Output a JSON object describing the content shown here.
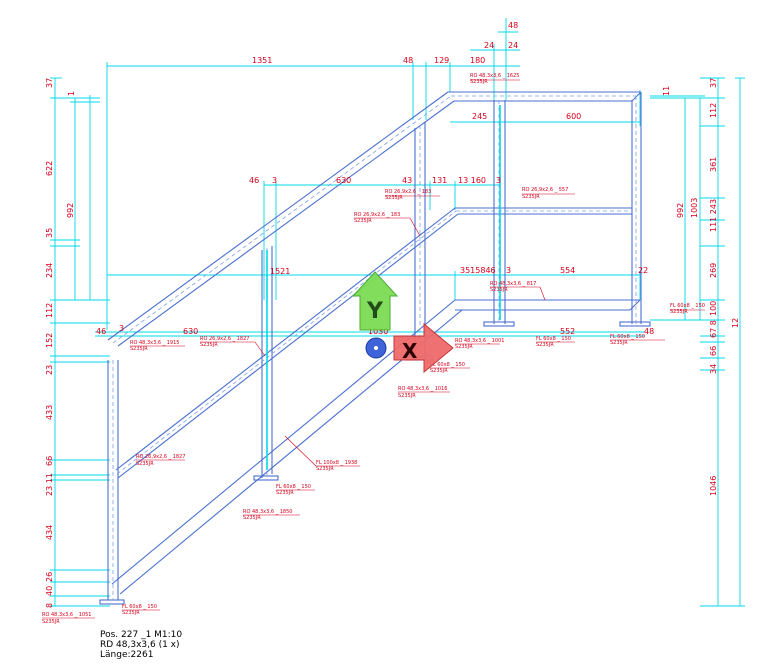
{
  "colors": {
    "dimension": "#00d8e8",
    "member": "#4a6fd0",
    "member_dash": "#7fa0e8",
    "text": "#d6001c",
    "axis_y": "#7ddc55",
    "axis_x": "#ef6a6a",
    "axis_z": "#3f63d8"
  },
  "axes": {
    "y": "Y",
    "x": "X"
  },
  "top_dims": [
    "1351",
    "48",
    "129",
    "180",
    "24",
    "24",
    "48"
  ],
  "mid_dims": [
    "46",
    "3",
    "630",
    "43",
    "131",
    "13 160",
    "3"
  ],
  "low_dims": [
    "1521",
    "3515846",
    "3",
    "554",
    "22"
  ],
  "base_dims": [
    "46",
    "3",
    "630",
    "1030",
    "552",
    "48"
  ],
  "upper_right_dims": [
    "245",
    "600"
  ],
  "left_dims": [
    "37",
    "1",
    "622",
    "992",
    "35",
    "234",
    "112",
    "152",
    "23",
    "433",
    "66",
    "23 11",
    "434",
    "26",
    "40",
    "8"
  ],
  "right_inner_dims": [
    "11",
    "992",
    "1003"
  ],
  "right_dims": [
    "37",
    "112",
    "361",
    "111 243",
    "269",
    "100",
    "67 8",
    "66",
    "34",
    "1046",
    "12"
  ],
  "labels": [
    "RO 48,3x3,6 _ 1625",
    "S235JR",
    "RO 26,9x2,6 _ 183",
    "S235JR",
    "RO 26,9x2,6 _ 557",
    "S235JR",
    "RO 26,9x2,6 _ 183",
    "S235JR",
    "RO 48,3x3,6 _ 817",
    "S235JR",
    "FL 60x8 _ 150",
    "S235JR",
    "RO 48,3x3,6 _ 1915",
    "S235JR",
    "RO 26,9x2,6 _ 1827",
    "S235JR",
    "FL 60x8 _ 150",
    "S235JR",
    "RO 48,3x3,6 _ 1001",
    "S235JR",
    "FL 60x8 _ 150",
    "S235JR",
    "FL 60x8 _ 150",
    "S235JR",
    "RO 48,3x3,6 _ 1016",
    "S235JR",
    "RO 26,9x2,6 _ 1827",
    "S235JR",
    "FL 100x8 _ 1938",
    "S235JR",
    "FL 60x8 _ 150",
    "S235JR",
    "RO 48,3x3,6 _ 1850",
    "S235JR",
    "RO 48,3x3,6 _ 1051",
    "S235JR",
    "FL 60x8 _ 150",
    "S235JR"
  ],
  "info": {
    "pos": "Pos. 227 _1 M1:10",
    "profile": "RD 48,3x3,6 (1 x)",
    "length": "Länge:2261"
  }
}
